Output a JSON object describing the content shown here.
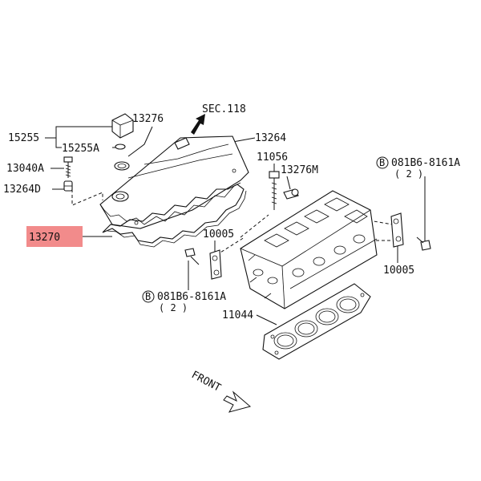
{
  "labels": {
    "p15255": "15255",
    "p15255A": "15255A",
    "p13040A": "13040A",
    "p13264D": "13264D",
    "p13270": "13270",
    "p13276": "13276",
    "sec118": "SEC.118",
    "p13264": "13264",
    "p11056": "11056",
    "p13276M": "13276M",
    "p10005_left": "10005",
    "p10005_right": "10005",
    "p11044": "11044",
    "bolt_right": {
      "circle": "B",
      "part": "081B6-8161A",
      "qty": "( 2 )"
    },
    "bolt_left": {
      "circle": "B",
      "part": "081B6-8161A",
      "qty": "( 2 )"
    },
    "front": "FRONT"
  },
  "colors": {
    "highlight": "#f28b8b",
    "line": "#111111"
  },
  "highlighted_part": "13270"
}
